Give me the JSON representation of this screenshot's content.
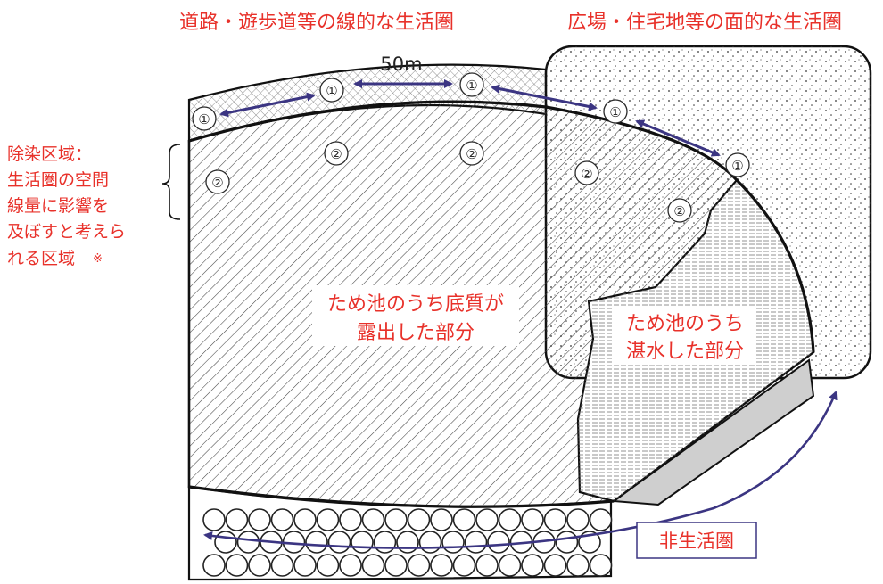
{
  "colors": {
    "label_red": "#e8312a",
    "arrow_navy": "#3b3582",
    "outline": "#111111"
  },
  "header": {
    "linear_zone": "道路・遊歩道等の線的な生活圏",
    "areal_zone": "広場・住宅地等の面的な生活圏"
  },
  "distance_label": "50m",
  "marker_1": "①",
  "marker_2": "②",
  "decon_area": {
    "lines": [
      "除染区域：",
      "生活圏の空間",
      "線量に影響を",
      "及ぼすと考えら",
      "れる区域"
    ],
    "note_mark": "※"
  },
  "exposed_bottom": {
    "lines": [
      "ため池のうち底質が",
      "露出した部分"
    ]
  },
  "submerged": {
    "lines": [
      "ため池のうち",
      "湛水した部分"
    ]
  },
  "non_living_zone": "非生活圏"
}
